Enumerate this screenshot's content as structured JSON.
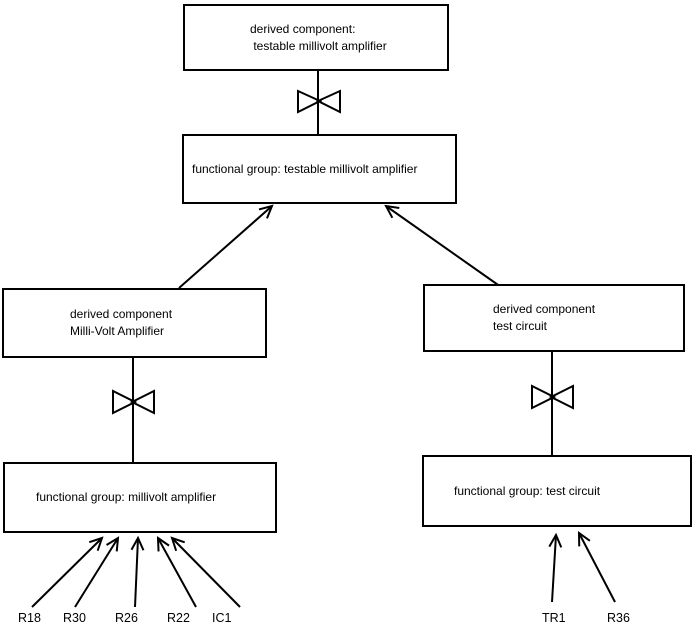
{
  "diagram": {
    "background_color": "#ffffff",
    "line_color": "#000000",
    "nodes": {
      "derived_testable": {
        "line1": "derived component:",
        "line2": " testable millivolt amplifier"
      },
      "fg_testable": {
        "label": "functional group: testable millivolt amplifier"
      },
      "derived_millivolt": {
        "line1": "derived component",
        "line2": "Milli-Volt Amplifier"
      },
      "derived_test": {
        "line1": "derived component",
        "line2": "test circuit"
      },
      "fg_millivolt": {
        "label": "functional group: millivolt amplifier"
      },
      "fg_test": {
        "label": "functional group: test circuit"
      }
    },
    "components": {
      "left": [
        "R18",
        "R30",
        "R26",
        "R22",
        "IC1"
      ],
      "right": [
        "TR1",
        "R36"
      ]
    }
  }
}
